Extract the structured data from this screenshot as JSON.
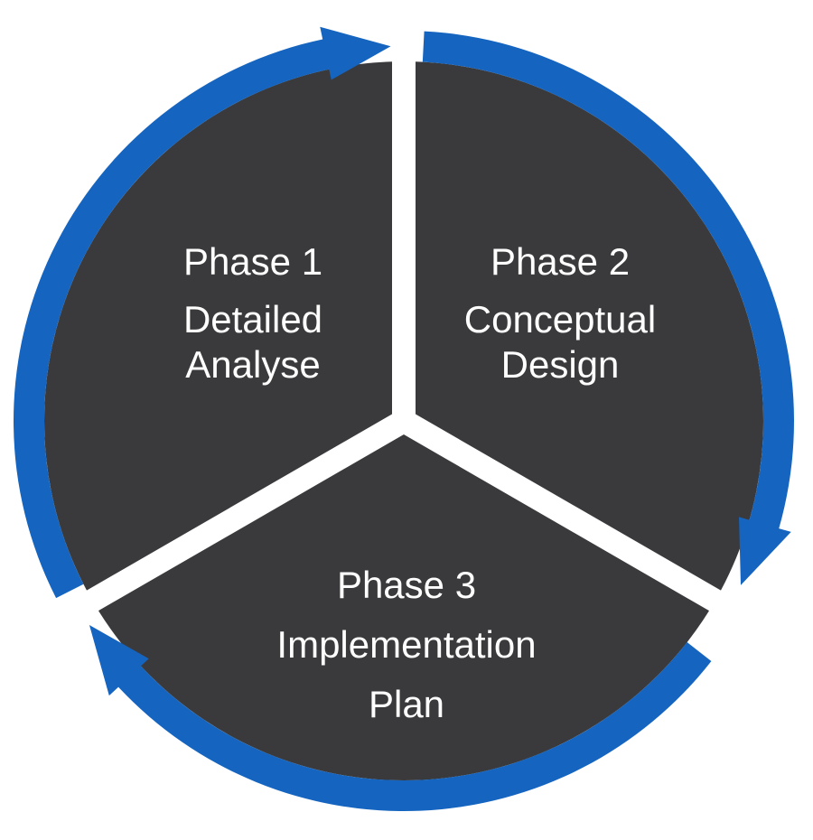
{
  "colors": {
    "segment_fill": "#3a3a3c",
    "arrow_blue": "#1565c0",
    "divider": "#ffffff",
    "text": "#ffffff"
  },
  "phases": [
    {
      "title": "Phase 1",
      "line1": "Detailed",
      "line2": "Analyse"
    },
    {
      "title": "Phase 2",
      "line1": "Conceptual",
      "line2": "Design"
    },
    {
      "title": "Phase 3",
      "line1": "Implementation",
      "line2": "Plan"
    }
  ]
}
